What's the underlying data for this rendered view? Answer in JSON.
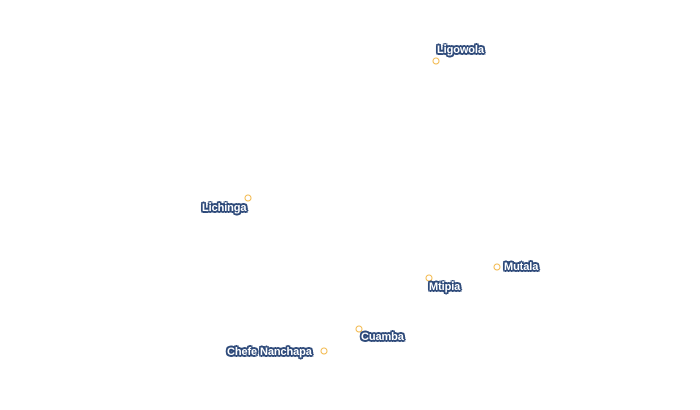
{
  "map": {
    "places": [
      {
        "name": "Ligowola"
      },
      {
        "name": "Lichinga"
      },
      {
        "name": "Mutala"
      },
      {
        "name": "Mtipia"
      },
      {
        "name": "Cuamba"
      },
      {
        "name": "Chefe Nanchapa"
      }
    ]
  },
  "colors": {
    "marker_stroke": "#f2b84b",
    "label_fill": "#ffffff",
    "label_halo": "#2e4a7a",
    "background": "#ffffff"
  }
}
